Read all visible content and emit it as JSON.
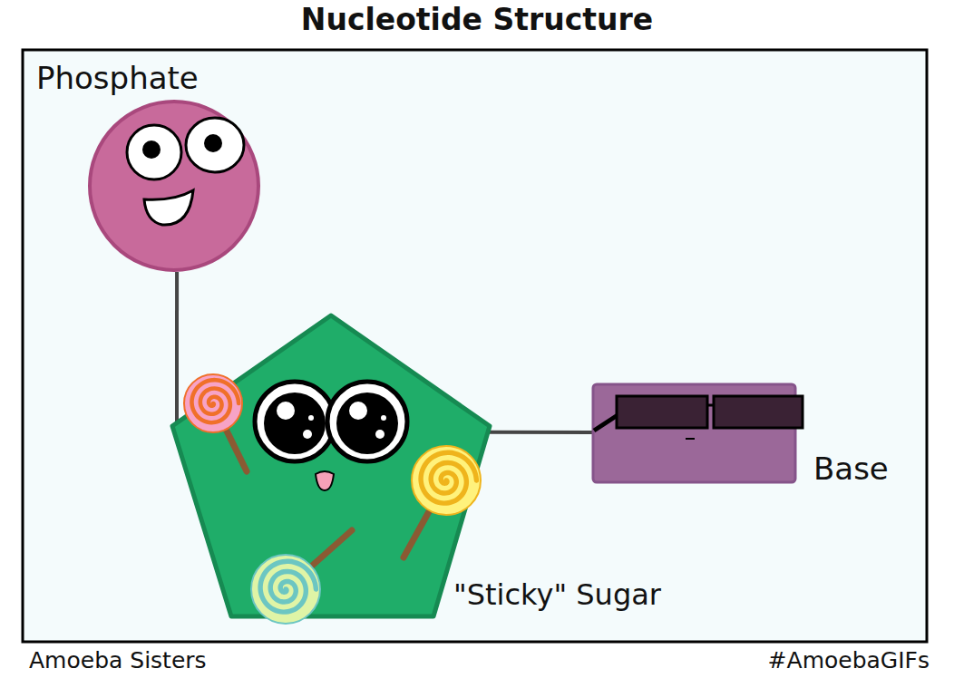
{
  "diagram": {
    "title": "Nucleotide Structure",
    "nodes": [
      {
        "text": [
          "Phosphate"
        ]
      },
      {
        "text": [
          "\"Sticky\" Sugar"
        ]
      },
      {
        "text": [
          "Base"
        ]
      }
    ],
    "edges": [
      {
        "from": 0,
        "to": 1,
        "arrow": "none"
      },
      {
        "from": 1,
        "to": 2,
        "arrow": "none"
      }
    ],
    "labels": [
      "Amoeba Sisters",
      "#AmoebaGIFs"
    ]
  }
}
